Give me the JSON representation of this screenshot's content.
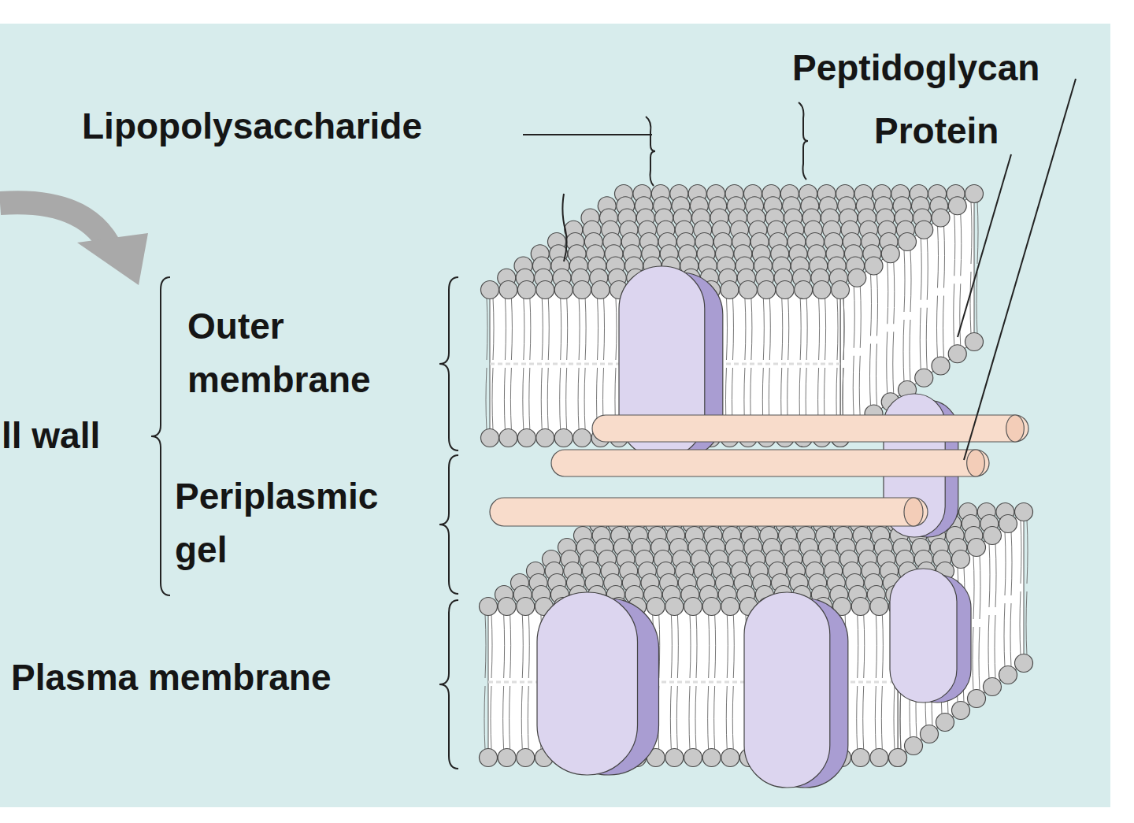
{
  "diagram": {
    "labels": [
      "Lipopolysaccharide",
      "Peptidoglycan",
      "Protein",
      "ll wall",
      "Outer membrane",
      "Periplasmic gel",
      "Plasma membrane"
    ]
  }
}
